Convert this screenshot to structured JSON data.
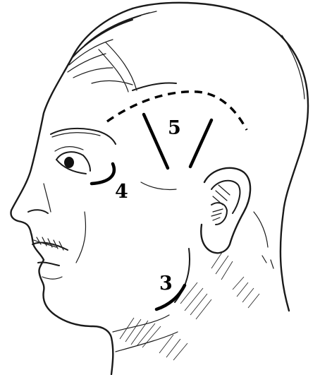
{
  "markers": {
    "m3": "3",
    "m4": "4",
    "m5": "5"
  }
}
